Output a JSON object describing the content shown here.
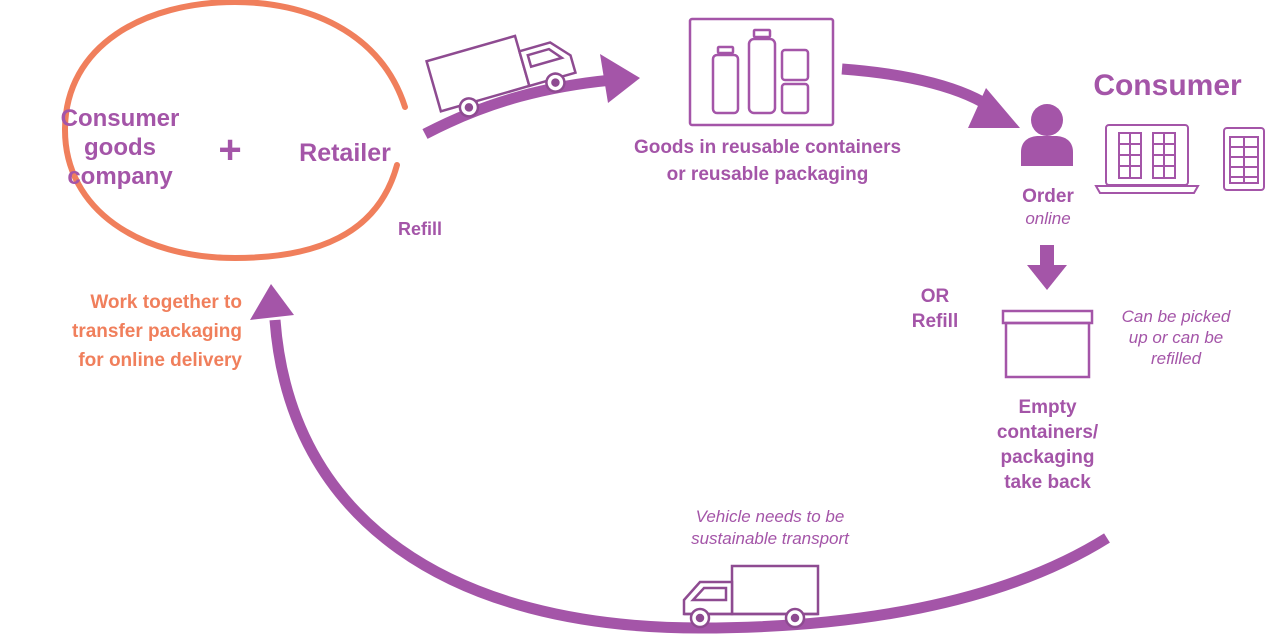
{
  "colors": {
    "purple": "#a455a8",
    "orange": "#f07f5c",
    "text_purple": "#a455a8"
  },
  "partners": {
    "company_line1": "Consumer",
    "company_line2": "goods",
    "company_line3": "company",
    "plus": "+",
    "retailer": "Retailer",
    "refill": "Refill"
  },
  "work_together": {
    "line1": "Work together to",
    "line2": "transfer packaging",
    "line3": "for online delivery"
  },
  "goods": {
    "line1": "Goods in reusable containers",
    "line2": "or reusable packaging"
  },
  "consumer": {
    "title": "Consumer",
    "order": "Order",
    "online": "online"
  },
  "return": {
    "or": "OR",
    "refill": "Refill",
    "note_line1": "Can be picked",
    "note_line2": "up or can be",
    "note_line3": "refilled",
    "take_back_line1": "Empty",
    "take_back_line2": "containers/",
    "take_back_line3": "packaging",
    "take_back_line4": "take back"
  },
  "vehicle": {
    "note_line1": "Vehicle needs to be",
    "note_line2": "sustainable transport"
  },
  "icons": [
    "delivery-truck-icon",
    "reusable-containers-icon",
    "person-icon",
    "laptop-icon",
    "tablet-icon",
    "down-arrow-icon",
    "empty-box-icon"
  ]
}
